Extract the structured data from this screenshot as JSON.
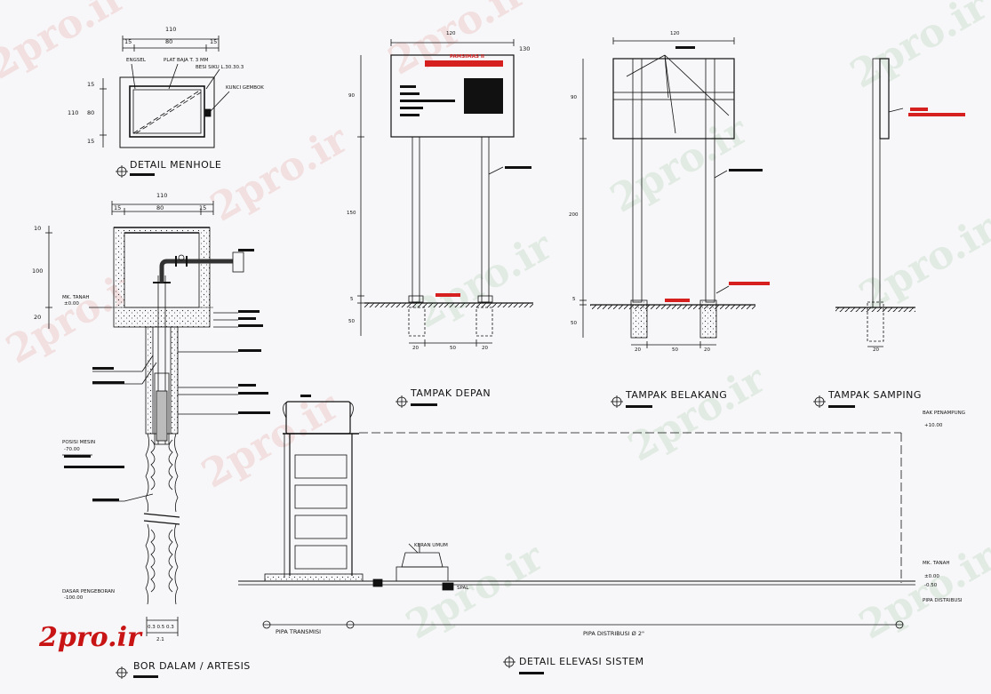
{
  "watermark": "2pro.ir",
  "logo_text": "2pro.ir",
  "manhole": {
    "title": "DETAIL MENHOLE",
    "dim_total": "110",
    "dim_left": "15",
    "dim_mid": "80",
    "dim_right": "15",
    "v_top": "15",
    "v_mid": "80",
    "v_bot": "15",
    "v_total": "110",
    "label_engsel": "ENGSEL",
    "label_plat": "PLAT BAJA T. 3 MM",
    "label_besi": "BESI SIKU L.30.30.3",
    "label_kunci": "KUNCI GEMBOK"
  },
  "bor": {
    "title": "BOR DALAM / ARTESIS",
    "dim_total": "110",
    "dim_left": "15",
    "dim_mid": "80",
    "dim_right": "15",
    "v_10": "10",
    "v_100": "100",
    "v_20": "20",
    "mk_tanah": "MK. TANAH",
    "mk_tanah_val": "±0.00",
    "posisi_mesin": "POSISI MESIN",
    "posisi_val": "-70.00",
    "dasar": "DASAR PENGEBORAN",
    "dasar_val": "-100.00",
    "bottom_dims": "0.3  0.5  0.3",
    "bottom_total": "2.1"
  },
  "depan": {
    "title": "TAMPAK DEPAN",
    "sign_title": "PAMSIMAS II",
    "dim_top": "120",
    "dim_right": "130",
    "v_90": "90",
    "v_150": "150",
    "v_5": "5",
    "v_50": "50",
    "b_20a": "20",
    "b_50": "50",
    "b_20b": "20"
  },
  "belakang": {
    "title": "TAMPAK BELAKANG",
    "dim_top": "120",
    "v_90": "90",
    "v_200": "200",
    "v_5": "5",
    "v_50": "50",
    "b_20a": "20",
    "b_50": "50",
    "b_20b": "20"
  },
  "samping": {
    "title": "TAMPAK SAMPING",
    "b_20": "20"
  },
  "elevasi": {
    "title": "DETAIL ELEVASI SISTEM",
    "bak": "BAK PENAMPUNG",
    "bak_val": "+10.00",
    "keran": "KERAN UMUM",
    "spal": "SPAL",
    "mk_tanah": "MK. TANAH",
    "mk_val1": "±0.00",
    "mk_val2": "-0.50",
    "pipa_dist_label": "PIPA DISTRIBUSI",
    "pipa_trans": "PIPA TRANSMISI",
    "pipa_dist": "PIPA DISTRIBUSI Ø 2\""
  }
}
